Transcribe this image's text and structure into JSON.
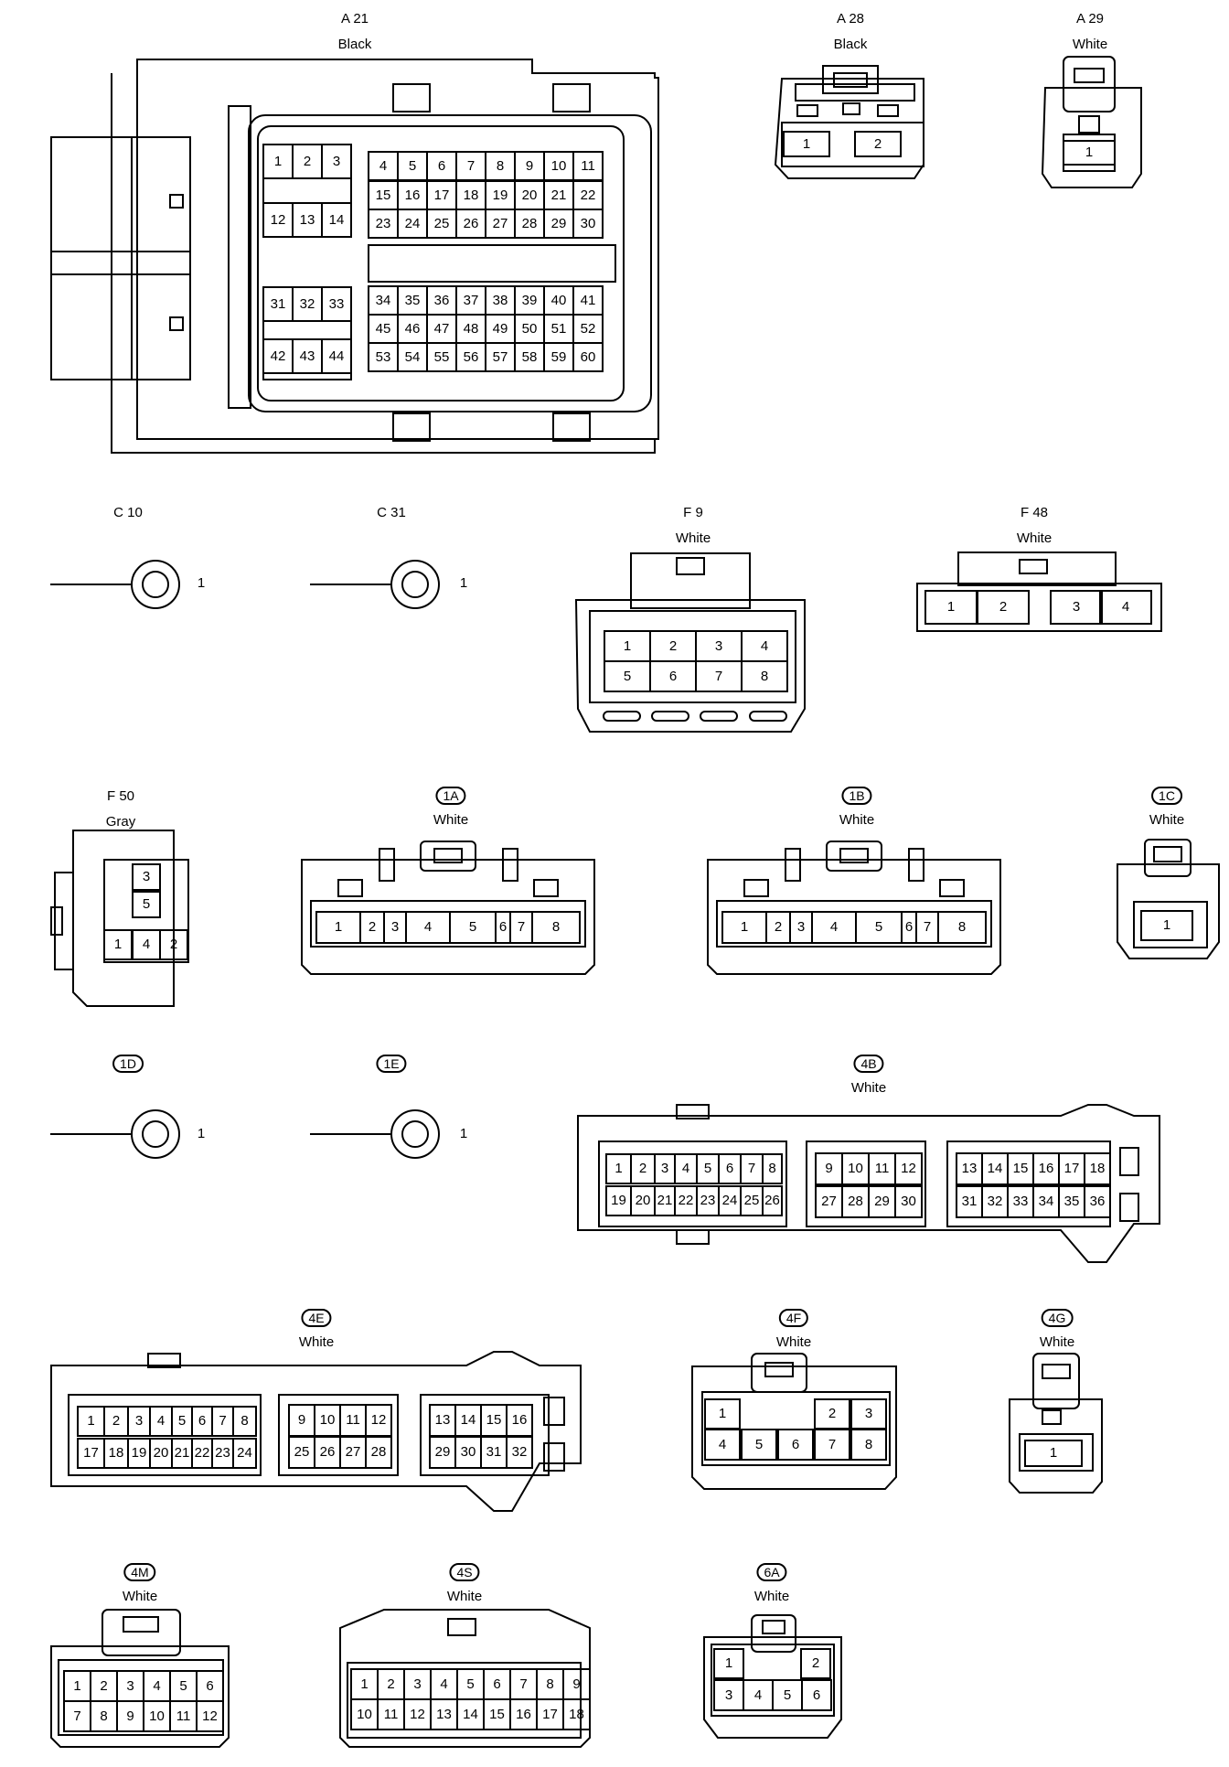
{
  "colors": {
    "line": "#000000",
    "background": "#ffffff"
  },
  "connectors": [
    {
      "id": "A 21",
      "style": "plain",
      "color": "Black",
      "pins": [
        "1",
        "2",
        "3",
        "4",
        "5",
        "6",
        "7",
        "8",
        "9",
        "10",
        "11",
        "12",
        "13",
        "14",
        "15",
        "16",
        "17",
        "18",
        "19",
        "20",
        "21",
        "22",
        "23",
        "24",
        "25",
        "26",
        "27",
        "28",
        "29",
        "30",
        "31",
        "32",
        "33",
        "34",
        "35",
        "36",
        "37",
        "38",
        "39",
        "40",
        "41",
        "42",
        "43",
        "44",
        "45",
        "46",
        "47",
        "48",
        "49",
        "50",
        "51",
        "52",
        "53",
        "54",
        "55",
        "56",
        "57",
        "58",
        "59",
        "60"
      ]
    },
    {
      "id": "A 28",
      "style": "plain",
      "color": "Black",
      "pins": [
        "1",
        "2"
      ]
    },
    {
      "id": "A 29",
      "style": "plain",
      "color": "White",
      "pins": [
        "1"
      ]
    },
    {
      "id": "C 10",
      "style": "plain",
      "color": "",
      "pins": [
        "1"
      ]
    },
    {
      "id": "C 31",
      "style": "plain",
      "color": "",
      "pins": [
        "1"
      ]
    },
    {
      "id": "F 9",
      "style": "plain",
      "color": "White",
      "pins": [
        "1",
        "2",
        "3",
        "4",
        "5",
        "6",
        "7",
        "8"
      ]
    },
    {
      "id": "F 48",
      "style": "plain",
      "color": "White",
      "pins": [
        "1",
        "2",
        "3",
        "4"
      ]
    },
    {
      "id": "F 50",
      "style": "plain",
      "color": "Gray",
      "pins": [
        "3",
        "5",
        "1",
        "4",
        "2"
      ]
    },
    {
      "id": "1A",
      "style": "pill",
      "color": "White",
      "pins": [
        "1",
        "2",
        "3",
        "4",
        "5",
        "6",
        "7",
        "8"
      ]
    },
    {
      "id": "1B",
      "style": "pill",
      "color": "White",
      "pins": [
        "1",
        "2",
        "3",
        "4",
        "5",
        "6",
        "7",
        "8"
      ]
    },
    {
      "id": "1C",
      "style": "pill",
      "color": "White",
      "pins": [
        "1"
      ]
    },
    {
      "id": "1D",
      "style": "pill",
      "color": "",
      "pins": [
        "1"
      ]
    },
    {
      "id": "1E",
      "style": "pill",
      "color": "",
      "pins": [
        "1"
      ]
    },
    {
      "id": "4B",
      "style": "pill",
      "color": "White",
      "pins": [
        "1",
        "2",
        "3",
        "4",
        "5",
        "6",
        "7",
        "8",
        "19",
        "20",
        "21",
        "22",
        "23",
        "24",
        "25",
        "26",
        "9",
        "10",
        "11",
        "12",
        "27",
        "28",
        "29",
        "30",
        "13",
        "14",
        "15",
        "16",
        "17",
        "18",
        "31",
        "32",
        "33",
        "34",
        "35",
        "36"
      ]
    },
    {
      "id": "4E",
      "style": "pill",
      "color": "White",
      "pins": [
        "1",
        "2",
        "3",
        "4",
        "5",
        "6",
        "7",
        "8",
        "17",
        "18",
        "19",
        "20",
        "21",
        "22",
        "23",
        "24",
        "9",
        "10",
        "11",
        "12",
        "25",
        "26",
        "27",
        "28",
        "13",
        "14",
        "15",
        "16",
        "29",
        "30",
        "31",
        "32"
      ]
    },
    {
      "id": "4F",
      "style": "pill",
      "color": "White",
      "pins": [
        "1",
        "2",
        "3",
        "4",
        "5",
        "6",
        "7",
        "8"
      ]
    },
    {
      "id": "4G",
      "style": "pill",
      "color": "White",
      "pins": [
        "1"
      ]
    },
    {
      "id": "4M",
      "style": "pill",
      "color": "White",
      "pins": [
        "1",
        "2",
        "3",
        "4",
        "5",
        "6",
        "7",
        "8",
        "9",
        "10",
        "11",
        "12"
      ]
    },
    {
      "id": "4S",
      "style": "pill",
      "color": "White",
      "pins": [
        "1",
        "2",
        "3",
        "4",
        "5",
        "6",
        "7",
        "8",
        "9",
        "10",
        "11",
        "12",
        "13",
        "14",
        "15",
        "16",
        "17",
        "18"
      ]
    },
    {
      "id": "6A",
      "style": "pill",
      "color": "White",
      "pins": [
        "1",
        "2",
        "3",
        "4",
        "5",
        "6"
      ]
    }
  ]
}
